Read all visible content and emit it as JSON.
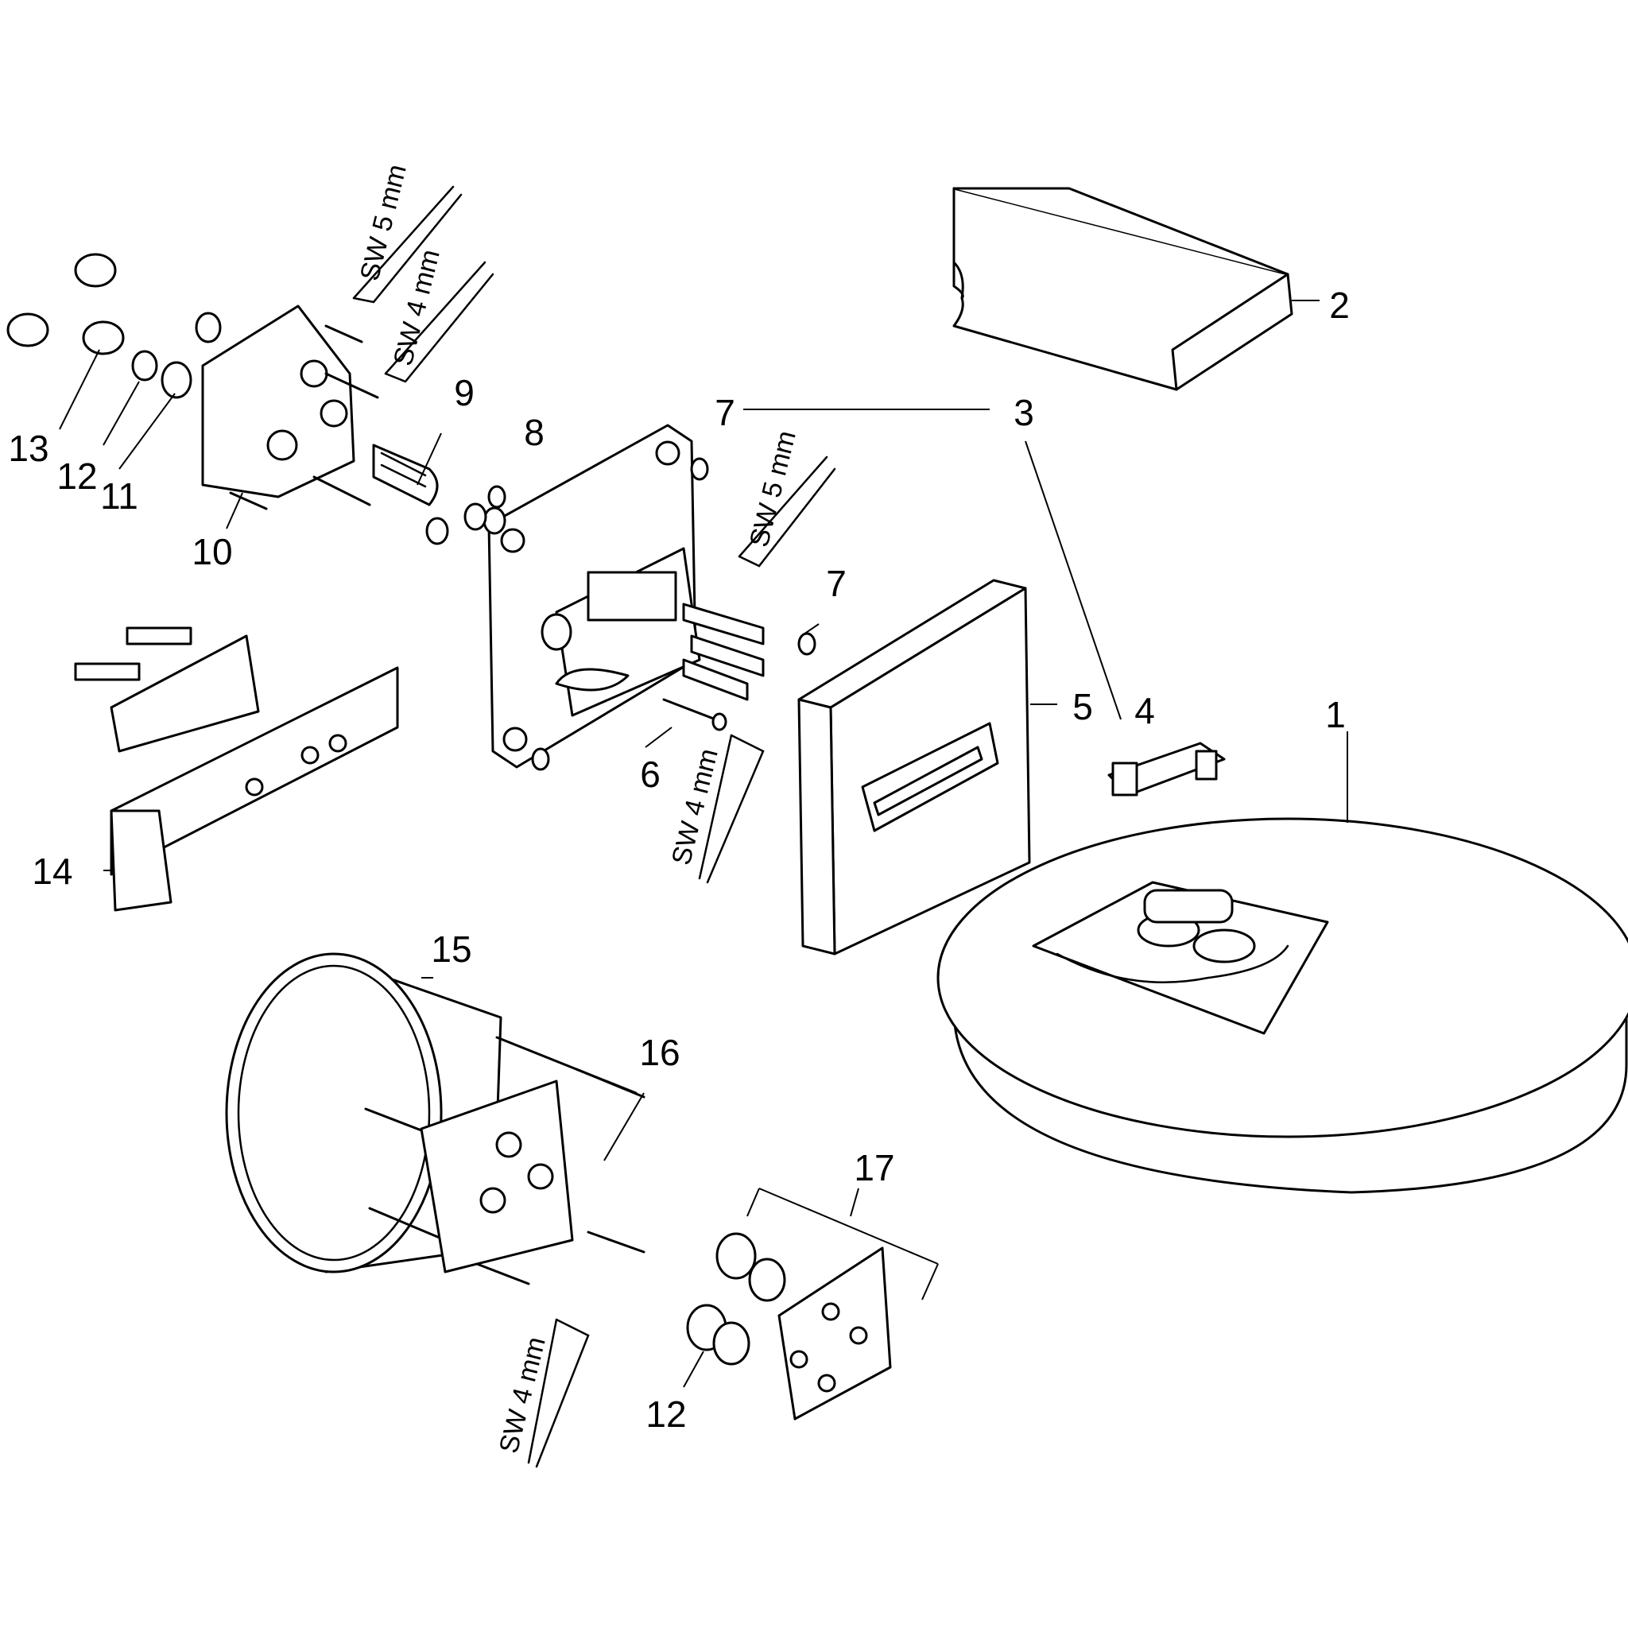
{
  "callouts": {
    "c1": "1",
    "c2": "2",
    "c3": "3",
    "c4": "4",
    "c5": "5",
    "c6": "6",
    "c7a": "7",
    "c7b": "7",
    "c8": "8",
    "c9": "9",
    "c10": "10",
    "c11": "11",
    "c12a": "12",
    "c12b": "12",
    "c13": "13",
    "c14": "14",
    "c15": "15",
    "c16": "16",
    "c17": "17"
  },
  "tool_labels": {
    "sw5_top": "SW 5 mm",
    "sw4_top": "SW 4 mm",
    "sw5_mid": "SW 5 mm",
    "sw4_mid": "SW 4 mm",
    "sw4_bottom": "SW 4 mm"
  },
  "colors": {
    "line": "#000000",
    "background": "#ffffff"
  }
}
